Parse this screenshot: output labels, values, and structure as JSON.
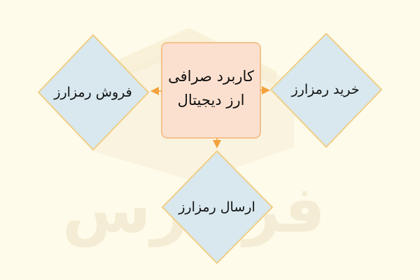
{
  "watermark": {
    "text": "فرادرس"
  },
  "nodes": {
    "center": {
      "line1": "کاربرد صرافی",
      "line2": "ارز دیجیتال"
    },
    "sell": {
      "label": "فروش رمزارز"
    },
    "buy": {
      "label": "خرید رمزارز"
    },
    "send": {
      "label": "ارسال رمزارز"
    }
  },
  "colors": {
    "background": "#fffbea",
    "center_fill": "#fbe0cf",
    "center_stroke": "#f3c28f",
    "diamond_fill": "#d8e8ee",
    "diamond_stroke": "#f0cf8a",
    "arrow": "#f2a23c"
  }
}
